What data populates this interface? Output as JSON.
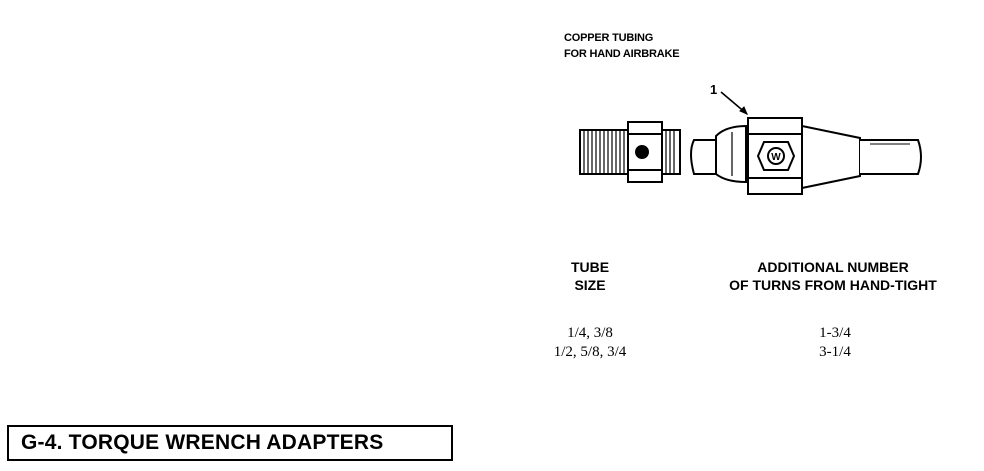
{
  "figure": {
    "caption_line1": "COPPER TUBING",
    "caption_line2": "FOR HAND AIRBRAKE",
    "callout": "1"
  },
  "table": {
    "col1_header": [
      "TUBE",
      "SIZE"
    ],
    "col2_header": [
      "ADDITIONAL NUMBER",
      "OF TURNS FROM HAND-TIGHT"
    ],
    "rows": [
      {
        "size": "1/4, 3/8",
        "turns": "1-3/4"
      },
      {
        "size": "1/2, 5/8, 3/4",
        "turns": "3-1/4"
      }
    ]
  },
  "section": {
    "title": "G-4.  TORQUE WRENCH ADAPTERS"
  }
}
